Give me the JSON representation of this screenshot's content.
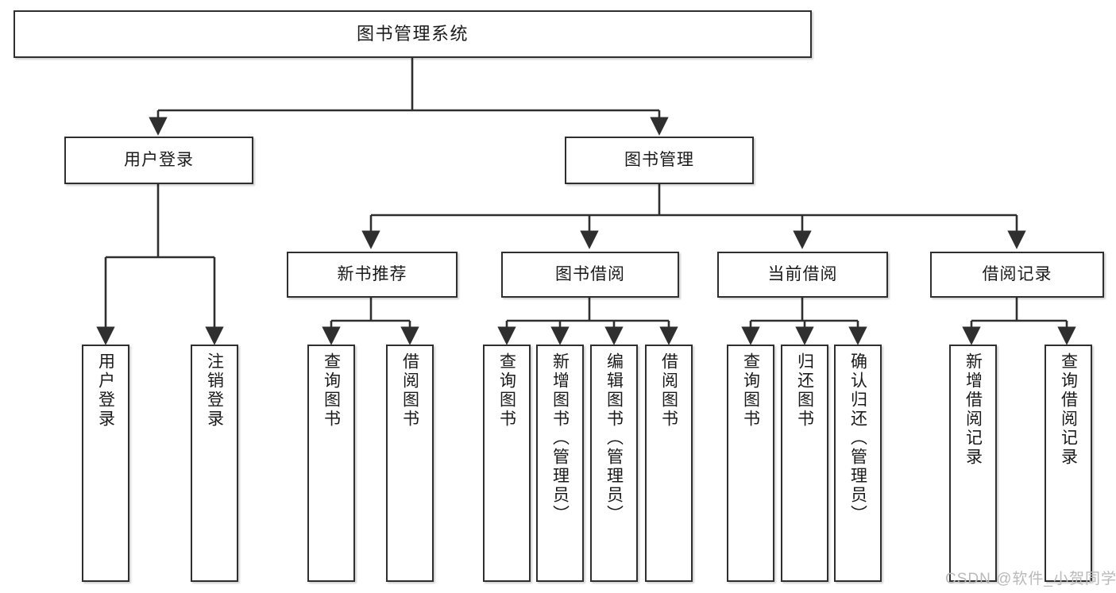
{
  "diagram": {
    "title": "图书管理系统",
    "type": "tree",
    "watermark": "CSDN @软件_小贺同学",
    "colors": {
      "border": "#2f2f2f",
      "background": "#ffffff",
      "text": "#1a1a1a",
      "edge": "#2f2f2f",
      "watermark": "#b9b9b9"
    },
    "nodes": {
      "root": {
        "label": "图书管理系统"
      },
      "level1": [
        {
          "id": "user-login",
          "label": "用户登录"
        },
        {
          "id": "book-manage",
          "label": "图书管理"
        }
      ],
      "level2": [
        {
          "id": "new-book-recommend",
          "label": "新书推荐"
        },
        {
          "id": "book-borrow",
          "label": "图书借阅"
        },
        {
          "id": "current-borrow",
          "label": "当前借阅"
        },
        {
          "id": "borrow-record",
          "label": "借阅记录"
        }
      ],
      "leaves": {
        "user_login": [
          {
            "id": "leaf-user-login",
            "label": "用户登录"
          },
          {
            "id": "leaf-logout-login",
            "label": "注销登录"
          }
        ],
        "new_book_recommend": [
          {
            "id": "leaf-query-book-1",
            "label": "查询图书"
          },
          {
            "id": "leaf-borrow-book-1",
            "label": "借阅图书"
          }
        ],
        "book_borrow": [
          {
            "id": "leaf-query-book-2",
            "label": "查询图书"
          },
          {
            "id": "leaf-add-book",
            "label": "新增图书（管理员）"
          },
          {
            "id": "leaf-edit-book",
            "label": "编辑图书（管理员）"
          },
          {
            "id": "leaf-borrow-book-2",
            "label": "借阅图书"
          }
        ],
        "current_borrow": [
          {
            "id": "leaf-query-book-3",
            "label": "查询图书"
          },
          {
            "id": "leaf-return-book",
            "label": "归还图书"
          },
          {
            "id": "leaf-confirm-return",
            "label": "确认归还（管理员）"
          }
        ],
        "borrow_record": [
          {
            "id": "leaf-add-borrow-record",
            "label": "新增借阅记录"
          },
          {
            "id": "leaf-query-borrow-record",
            "label": "查询借阅记录"
          }
        ]
      }
    }
  }
}
